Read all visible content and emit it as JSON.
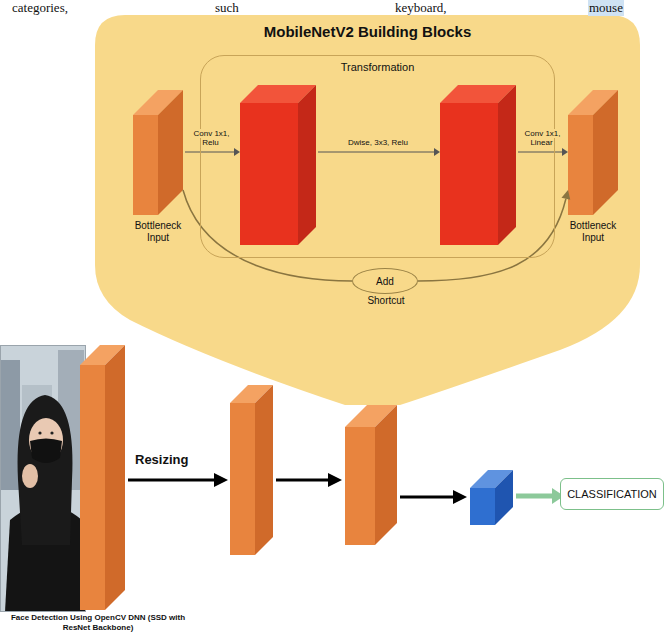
{
  "diagram": {
    "nodes": [
      {
        "text": [
          "MobileNetV2 Building Blocks"
        ]
      },
      {
        "text": [
          "Bottleneck Input"
        ],
        "in": 0
      },
      {
        "text": [
          "Transformation"
        ],
        "in": 0
      },
      {
        "text": [
          "Add",
          "Shortcut"
        ],
        "in": 0
      },
      {
        "text": [
          "Bottleneck Input"
        ],
        "in": 0
      },
      {
        "text": [
          "CLASSIFICATION"
        ]
      }
    ],
    "edges": [
      {
        "from": 1,
        "to": 3,
        "arrow": "none"
      },
      {
        "from": 3,
        "to": 4,
        "arrow": "to"
      }
    ],
    "labels": [
      "categories,",
      "such",
      "keyboard,",
      "mouse",
      "Conv 1x1, Relu",
      "Dwise, 3x3, Relu",
      "Conv 1x1, Linear",
      "Resizing",
      "Face Detection Using OpenCV DNN (SSD with ResNet Backbone)"
    ]
  }
}
